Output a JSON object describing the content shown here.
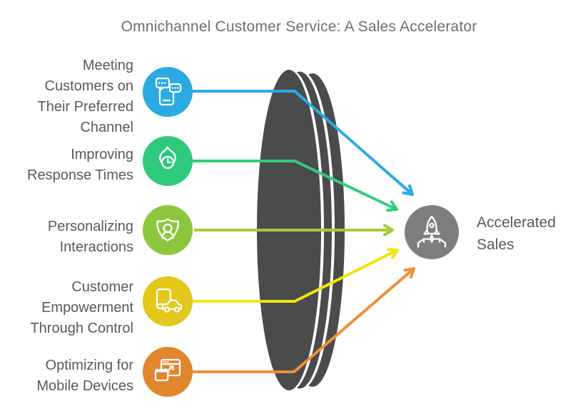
{
  "title": "Omnichannel Customer Service: A Sales Accelerator",
  "palette": {
    "background": "#FFFFFF",
    "title_text": "#6D6E71",
    "label_text": "#58595B",
    "lens_dark": "#4A4B4D",
    "lens_stripe": "#FFFFFF",
    "icon_stroke": "#FFFFFF"
  },
  "items": [
    {
      "label": "Meeting\nCustomers on\nTheir Preferred\nChannel",
      "icon": "chat-phone-icon",
      "circle_color": "#29ABE2",
      "arrow_color": "#29ABE2"
    },
    {
      "label": "Improving\nResponse Times",
      "icon": "flame-clock-icon",
      "circle_color": "#2FC97E",
      "arrow_color": "#34CB7D"
    },
    {
      "label": "Personalizing\nInteractions",
      "icon": "shield-user-icon",
      "circle_color": "#8CC63F",
      "arrow_color": "#A5CB39"
    },
    {
      "label": "Customer\nEmpowerment\nThrough Control",
      "icon": "phone-car-icon",
      "circle_color": "#E3C71A",
      "arrow_color": "#F3E50D"
    },
    {
      "label": "Optimizing for\nMobile Devices",
      "icon": "responsive-windows-icon",
      "circle_color": "#E0862D",
      "arrow_color": "#EF9036"
    }
  ],
  "result": {
    "label": "Accelerated\nSales",
    "icon": "rocket-launchpad-icon",
    "circle_color": "#7E7E7E"
  }
}
